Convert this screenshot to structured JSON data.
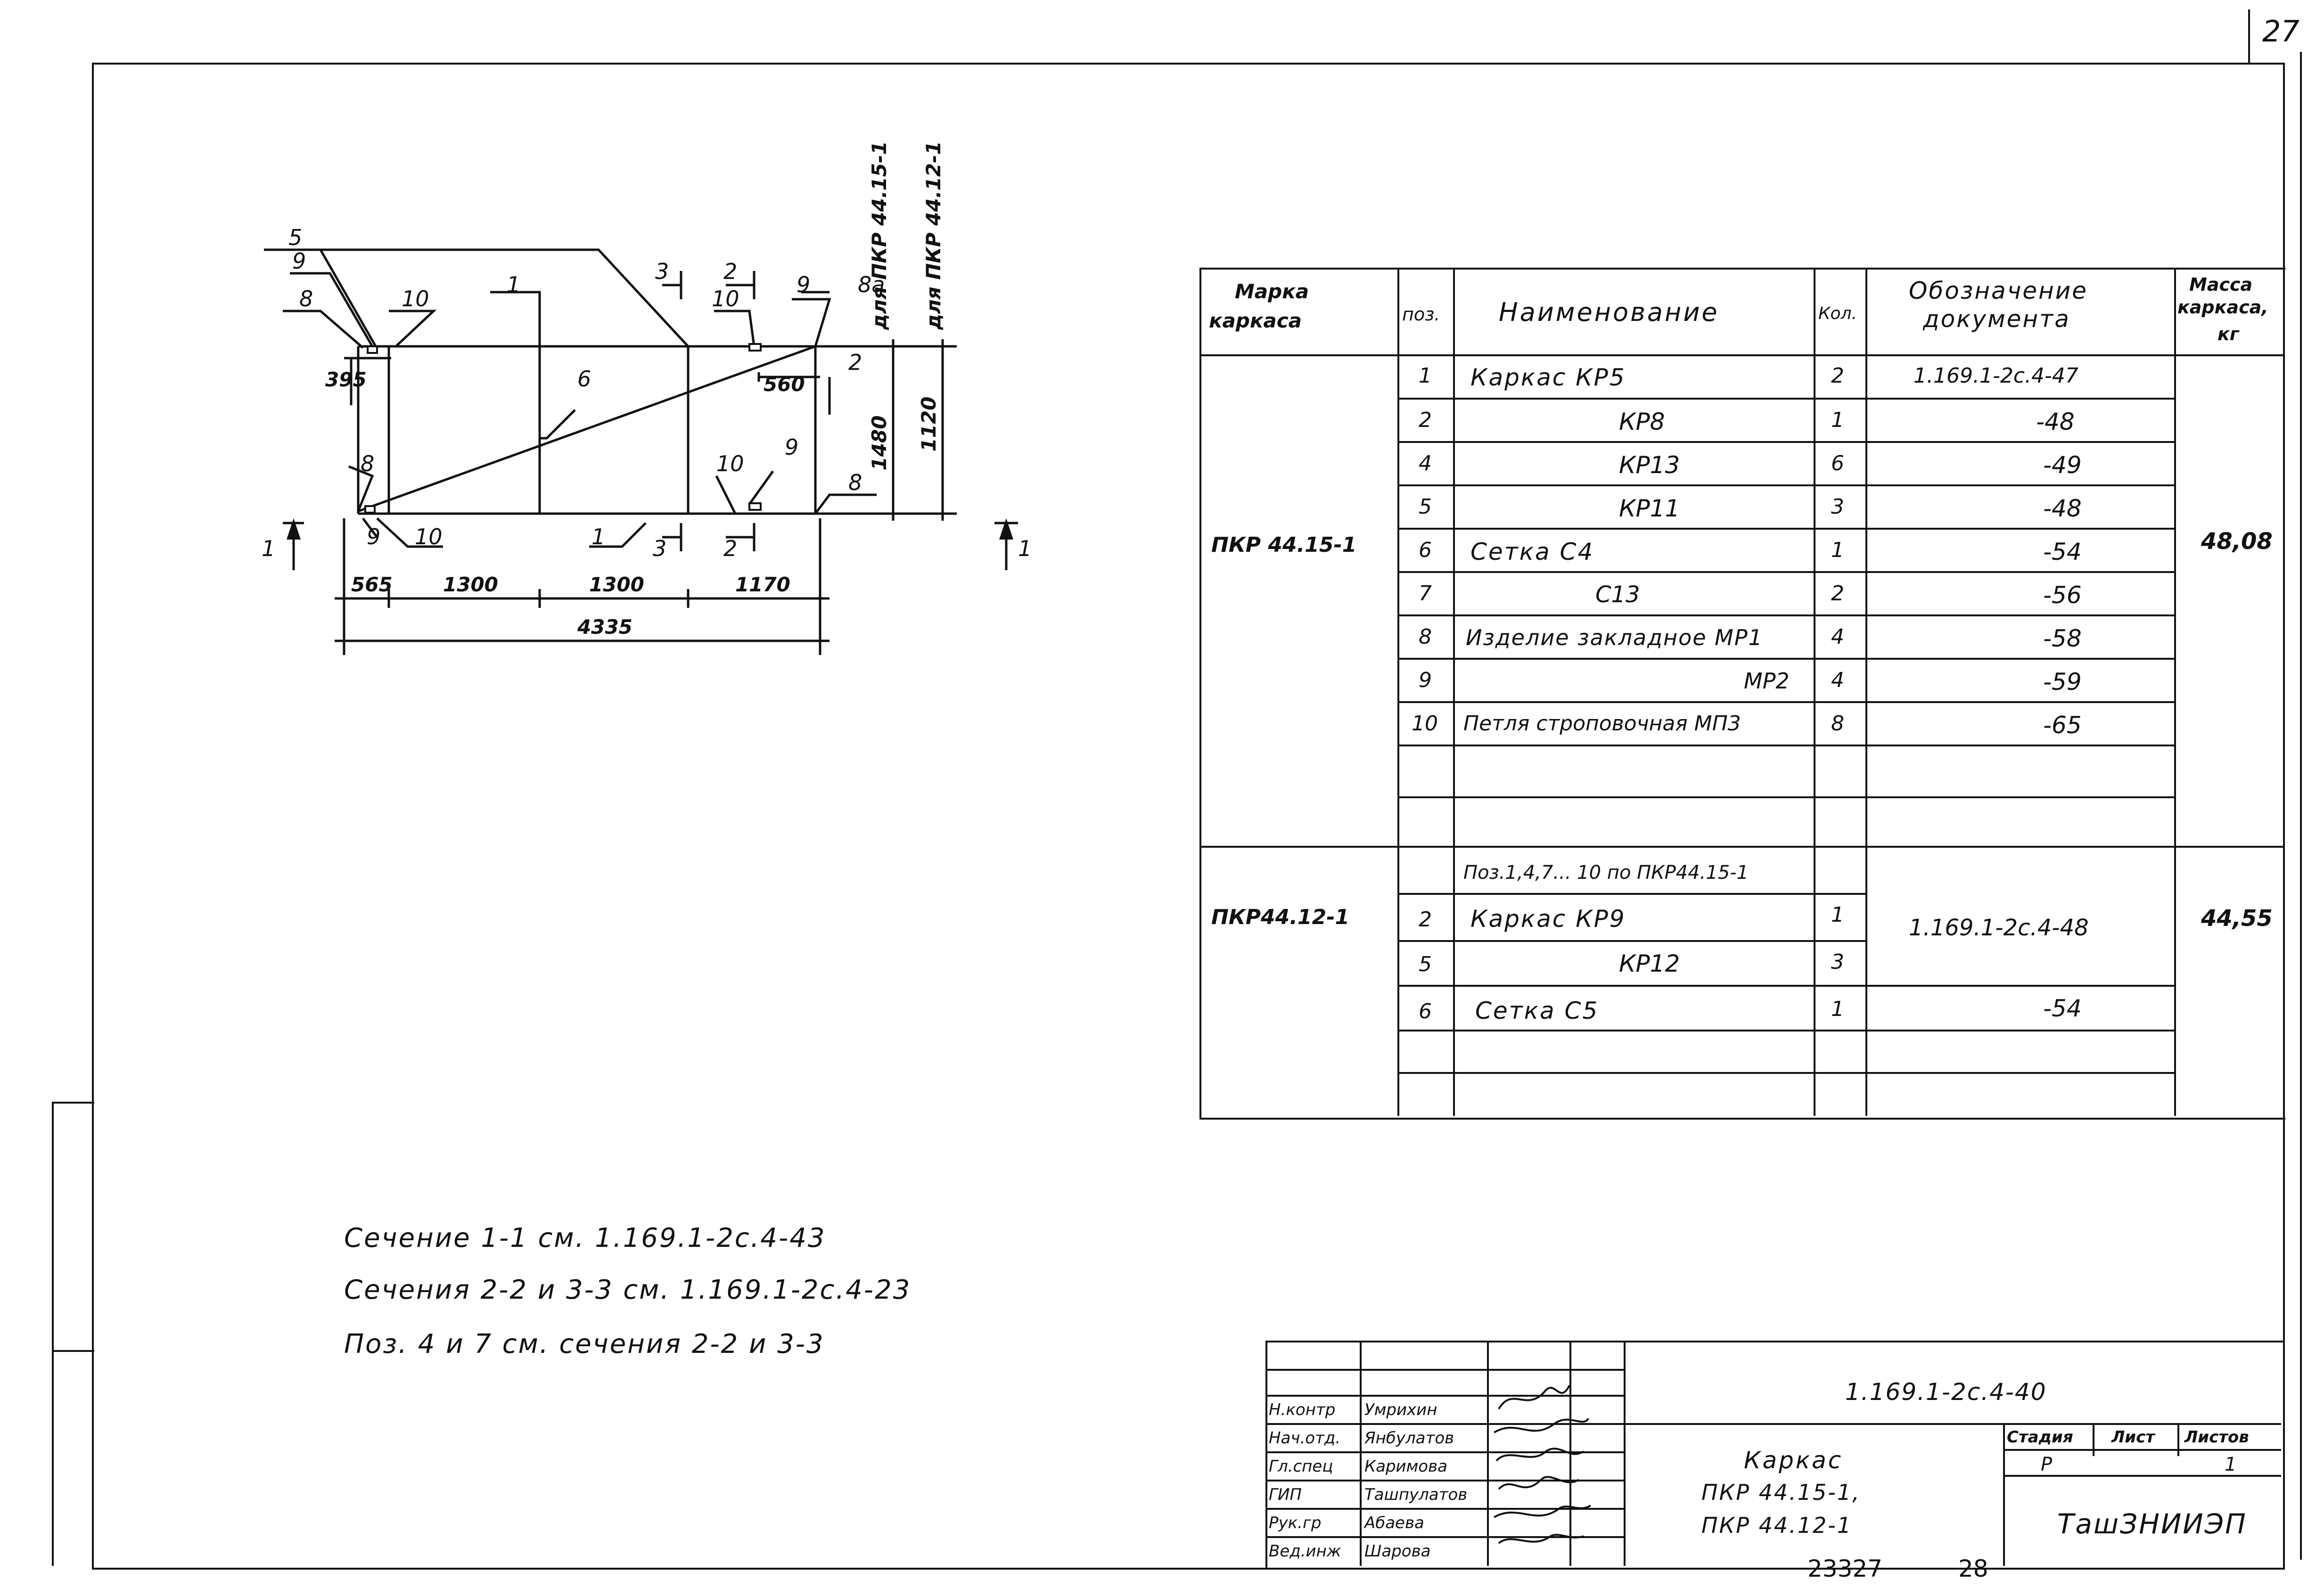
{
  "sheet_number": "27",
  "drawing": {
    "leader_labels": [
      "5",
      "9",
      "8",
      "10",
      "1",
      "3",
      "2",
      "10",
      "9",
      "8а",
      "2",
      "6",
      "8",
      "10",
      "9",
      "8",
      "9",
      "10",
      "1",
      "3",
      "2"
    ],
    "dims": {
      "d395": "395",
      "d560": "560",
      "d1480": "1480",
      "d1120": "1120",
      "bottom": [
        "565",
        "1300",
        "1300",
        "1170"
      ],
      "total": "4335"
    },
    "section_marks": [
      "1",
      "1"
    ],
    "rotated": [
      "для ПКР 44.15-1",
      "для ПКР 44.12-1"
    ]
  },
  "spec_table": {
    "headers": {
      "marka": [
        "Марка",
        "каркаса"
      ],
      "poz": "поз.",
      "name": "Наименование",
      "qty": "Кол.",
      "doc": [
        "Обозначение",
        "документа"
      ],
      "mass": [
        "Масса",
        "каркаса,",
        "кг"
      ]
    },
    "group1": {
      "marka": "ПКР 44.15-1",
      "mass": "48,08",
      "rows": [
        {
          "poz": "1",
          "name": "Каркас   КР5",
          "qty": "2",
          "doc": "1.169.1-2с.4-47"
        },
        {
          "poz": "2",
          "name": "КР8",
          "qty": "1",
          "doc": "-48"
        },
        {
          "poz": "4",
          "name": "КР13",
          "qty": "6",
          "doc": "-49"
        },
        {
          "poz": "5",
          "name": "КР11",
          "qty": "3",
          "doc": "-48"
        },
        {
          "poz": "6",
          "name": "Сетка  С4",
          "qty": "1",
          "doc": "-54"
        },
        {
          "poz": "7",
          "name": "С13",
          "qty": "2",
          "doc": "-56"
        },
        {
          "poz": "8",
          "name": "Изделие  закладное  МР1",
          "qty": "4",
          "doc": "-58"
        },
        {
          "poz": "9",
          "name": "МР2",
          "qty": "4",
          "doc": "-59"
        },
        {
          "poz": "10",
          "name": "Петля строповочная МП3",
          "qty": "8",
          "doc": "-65"
        }
      ]
    },
    "group2": {
      "marka": "ПКР44.12-1",
      "mass": "44,55",
      "note": "Поз.1,4,7... 10 по ПКР44.15-1",
      "doc": "1.169.1-2с.4-48",
      "rows": [
        {
          "poz": "2",
          "name": "Каркас   КР9",
          "qty": "1",
          "doc": ""
        },
        {
          "poz": "5",
          "name": "КР12",
          "qty": "3",
          "doc": ""
        },
        {
          "poz": "6",
          "name": "Сетка   С5",
          "qty": "1",
          "doc": "-54"
        }
      ]
    }
  },
  "notes": [
    "Сечение  1-1   см. 1.169.1-2с.4-43",
    "Сечения  2-2  и 3-3   см. 1.169.1-2с.4-23",
    "Поз. 4 и 7  см. сечения  2-2  и 3-3"
  ],
  "title_block": {
    "roles": [
      "Н.контр",
      "Нач.отд.",
      "Гл.спец",
      "ГИП",
      "Рук.гр",
      "Вед.инж"
    ],
    "names": [
      "Умрихин",
      "Янбулатов",
      "Каримова",
      "Ташпулатов",
      "Абаева",
      "Шарова"
    ],
    "doc_code": "1.169.1-2с.4-40",
    "title_lines": [
      "Каркас",
      "ПКР 44.15-1,",
      "ПКР 44.12-1"
    ],
    "stage_label": "Стадия",
    "sheet_label": "Лист",
    "sheets_label": "Листов",
    "stage": "Р",
    "sheet": "",
    "sheets": "1",
    "org": "ТашЗНИИЭП"
  },
  "footer": {
    "inventory": "23327",
    "page": "28"
  }
}
